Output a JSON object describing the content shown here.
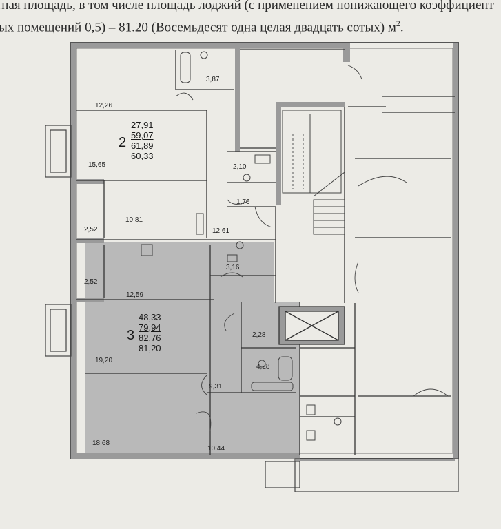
{
  "header": {
    "line1": "тная площадь, в том числе площадь лоджий (с применением понижающего коэффициент",
    "line2": "ых помещений 0,5) – 81.20 (Восемьдесят одна целая двадцать сотых) м",
    "line2_sup": "2",
    "line2_end": "."
  },
  "apartment_2": {
    "number": "2",
    "values": [
      "27,91",
      "59,07",
      "61,89",
      "60,33"
    ]
  },
  "apartment_3": {
    "number": "3",
    "values": [
      "48,33",
      "79,94",
      "82,76",
      "81,20"
    ]
  },
  "rooms": {
    "r387": "3,87",
    "r1226": "12,26",
    "r1565": "15,65",
    "r210": "2,10",
    "r176": "1,76",
    "r252a": "2,52",
    "r1081": "10,81",
    "r1261": "12,61",
    "r316": "3,16",
    "r252b": "2,52",
    "r1259": "12,59",
    "r228": "2,28",
    "r1920": "19,20",
    "r428": "4,28",
    "r931": "9,31",
    "r1868": "18,68",
    "r1044": "10,44"
  },
  "colors": {
    "paper": "#ecebe6",
    "wall": "#9a9a9a",
    "highlight": "#b9b9b9",
    "line": "#333333"
  }
}
